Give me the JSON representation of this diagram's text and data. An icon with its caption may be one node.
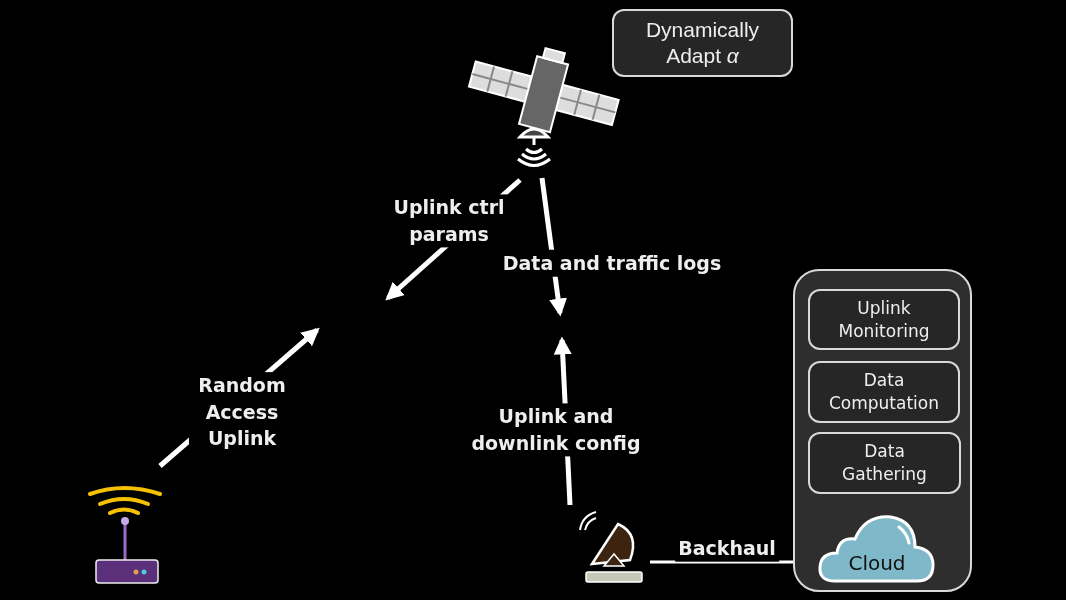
{
  "diagram": {
    "nodes": [
      {
        "text": [
          "Dynamically Adapt *α*"
        ]
      },
      {
        "text": [],
        "shape": "picture"
      },
      {
        "text": [],
        "shape": "picture"
      },
      {
        "text": [],
        "shape": "picture"
      },
      {
        "text": [],
        "shape": "box"
      },
      {
        "text": [
          "Uplink Monitoring"
        ],
        "in": 4
      },
      {
        "text": [
          "Data Computation"
        ],
        "in": 4
      },
      {
        "text": [
          "Data Gathering"
        ],
        "in": 4
      },
      {
        "text": [
          "Cloud"
        ],
        "in": 4
      }
    ],
    "edges": [
      {
        "from": 2,
        "to": null,
        "arrow": "to",
        "label": "Random Access Uplink"
      },
      {
        "from": 1,
        "to": null,
        "arrow": "to",
        "label": "Uplink ctrl params"
      },
      {
        "from": 1,
        "to": null,
        "arrow": "to",
        "label": "Data and traffic logs"
      },
      {
        "from": 3,
        "to": null,
        "arrow": "to",
        "label": "Uplink and downlink config"
      },
      {
        "from": 3,
        "to": 8,
        "arrow": "none",
        "label": "Backhaul"
      }
    ]
  }
}
